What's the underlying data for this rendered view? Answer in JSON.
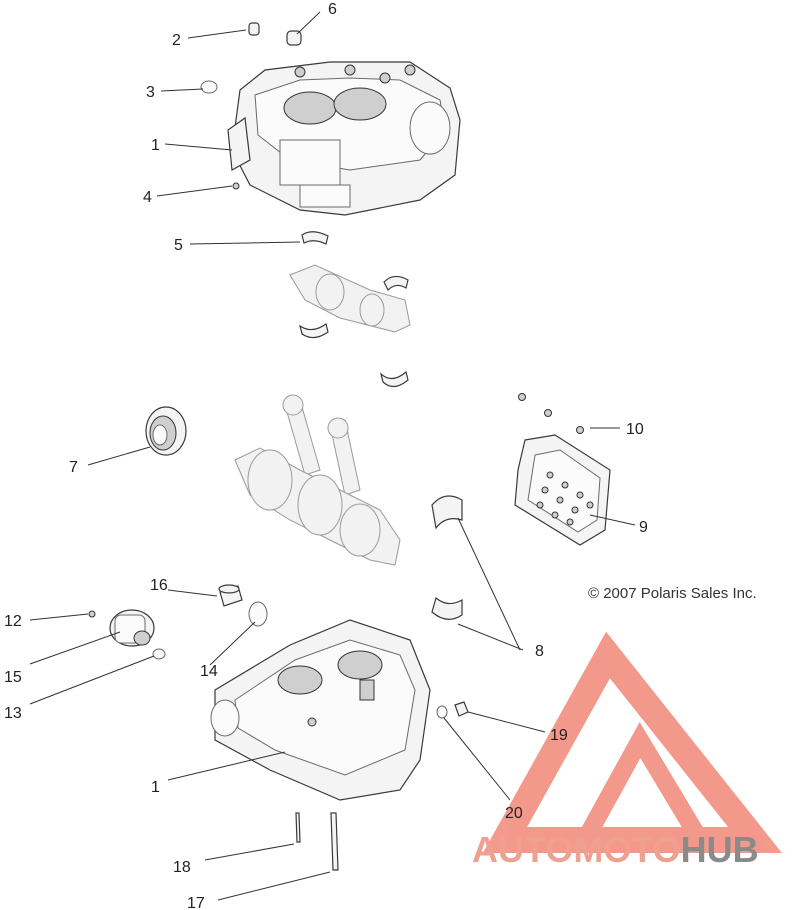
{
  "callouts": {
    "c1a": "1",
    "c1b": "1",
    "c2": "2",
    "c3": "3",
    "c4": "4",
    "c5": "5",
    "c6": "6",
    "c7": "7",
    "c8": "8",
    "c9": "9",
    "c10": "10",
    "c12": "12",
    "c13": "13",
    "c14": "14",
    "c15": "15",
    "c16": "16",
    "c17": "17",
    "c18": "18",
    "c19": "19",
    "c20": "20"
  },
  "copyright": "© 2007 Polaris Sales Inc.",
  "watermark": {
    "part1": "AUTOMOTO",
    "part2": "HUB",
    "accent_color": "#f0a090",
    "dark_color": "#8a8a8a",
    "logo_color": "#f08878"
  }
}
